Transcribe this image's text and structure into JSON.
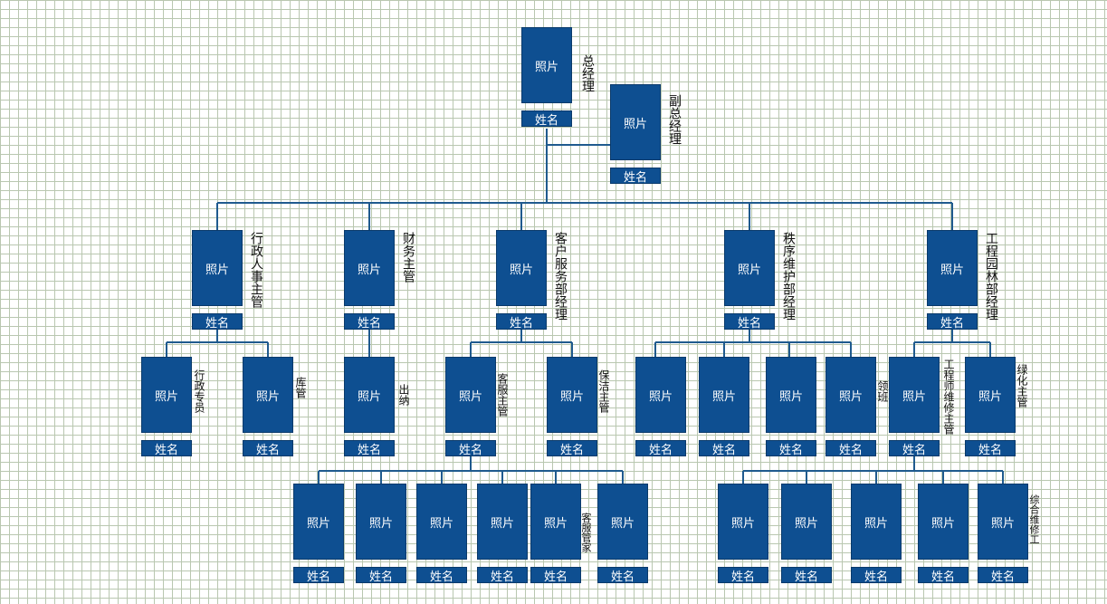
{
  "photo_label": "照片",
  "name_label": "姓名",
  "colors": {
    "box_fill": "#0e4f91",
    "box_text": "#ffffff",
    "connector": "#1f5a8e",
    "grid": "#b9c7b0"
  },
  "roles": {
    "gm": "总经理",
    "vgm": "副总经理",
    "admin_hr_head": "行政人事主管",
    "finance_head": "财务主管",
    "cs_manager": "客户服务部经理",
    "security_manager": "秩序维护部经理",
    "eng_manager": "工程园林部经理",
    "admin_clerk": "行政专员",
    "warehouse": "库管",
    "cashier": "出纳",
    "cs_supervisor": "客服主管",
    "cleaning_supervisor": "保洁主管",
    "squad_leader": "领班",
    "eng_supervisor": "工程师维修主管",
    "greening_supervisor": "绿化主管",
    "housekeeper": "客服管家",
    "maintenance_worker": "综合维修工"
  }
}
